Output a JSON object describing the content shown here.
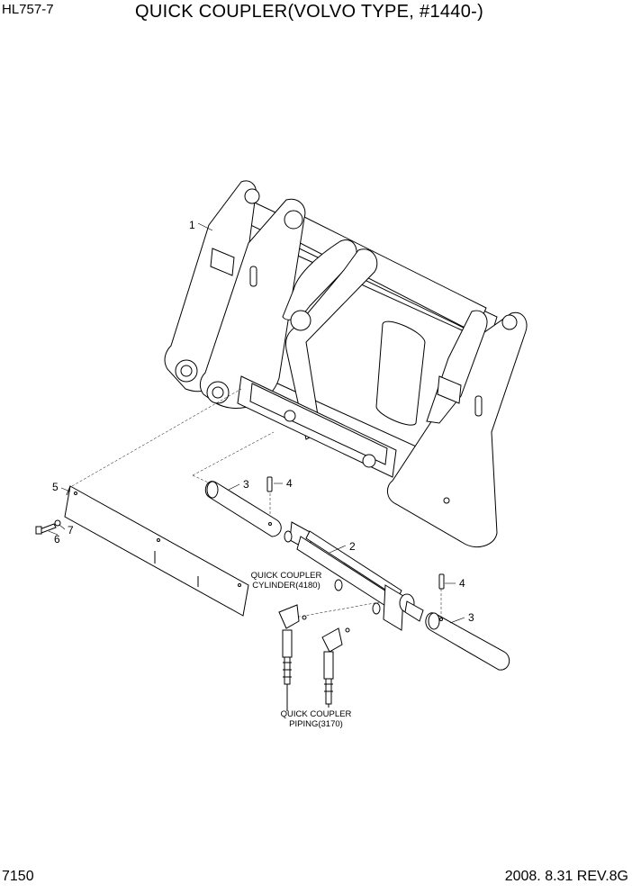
{
  "header": {
    "model": "HL757-7",
    "title": "QUICK COUPLER(VOLVO TYPE, #1440-)"
  },
  "footer": {
    "page_number": "7150",
    "date_rev": "2008. 8.31  REV.8G"
  },
  "callouts": {
    "c1": "1",
    "c2": "2",
    "c3a": "3",
    "c3b": "3",
    "c4a": "4",
    "c4b": "4",
    "c5": "5",
    "c6": "6",
    "c7": "7"
  },
  "notes": {
    "cylinder_line1": "QUICK COUPLER",
    "cylinder_line2": "CYLINDER(4180)",
    "piping_line1": "QUICK COUPLER",
    "piping_line2": "PIPING(3170)"
  }
}
